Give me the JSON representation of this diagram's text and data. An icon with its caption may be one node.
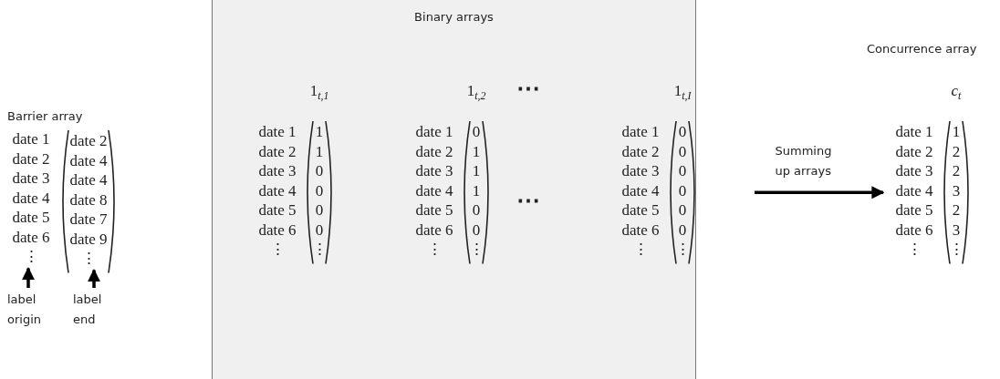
{
  "diagram": {
    "nodes": [
      {
        "text": [
          "date 1",
          "date 2",
          "date 3",
          "date 4",
          "date 5",
          "date 6",
          "⋮"
        ]
      },
      {
        "text": [
          "date 2",
          "date 4",
          "date 4",
          "date 8",
          "date 7",
          "date 9",
          "⋮"
        ]
      },
      {
        "text": [
          "label origin"
        ]
      },
      {
        "text": [
          "label end"
        ]
      },
      {
        "text": [
          "Binary arrays"
        ]
      },
      {
        "text": [
          "date 1",
          "date 2",
          "date 3",
          "date 4",
          "date 5",
          "date 6",
          "⋮",
          "1",
          "1",
          "0",
          "0",
          "0",
          "0",
          "⋮"
        ],
        "beside": [
          "1$_{t,1}$"
        ],
        "in": 4
      },
      {
        "text": [
          "date 1",
          "date 2",
          "date 3",
          "date 4",
          "date 5",
          "date 6",
          "⋮",
          "0",
          "1",
          "1",
          "1",
          "0",
          "0",
          "⋮"
        ],
        "beside": [
          "1$_{t,2}$"
        ],
        "in": 4
      },
      {
        "text": [
          "date 1",
          "date 2",
          "date 3",
          "date 4",
          "date 5",
          "date 6",
          "⋮",
          "0",
          "0",
          "0",
          "0",
          "0",
          "0",
          "⋮"
        ],
        "beside": [
          "1$_{t,I}$"
        ],
        "in": 4
      },
      {
        "text": [
          "date 1",
          "date 2",
          "date 3",
          "date 4",
          "date 5",
          "date 6",
          "⋮",
          "1",
          "2",
          "2",
          "3",
          "2",
          "3",
          "⋮"
        ],
        "beside": [
          "*c*$_{t}$"
        ]
      }
    ],
    "edges": [
      {
        "from": 2,
        "to": 0,
        "arrow": "to"
      },
      {
        "from": 3,
        "to": 1,
        "arrow": "to"
      },
      {
        "from": 4,
        "to": 8,
        "arrow": "to",
        "label": "Summing up arrays"
      }
    ],
    "labels": [
      "Barrier array",
      "Concurrence array",
      "⋯",
      "⋯"
    ]
  }
}
